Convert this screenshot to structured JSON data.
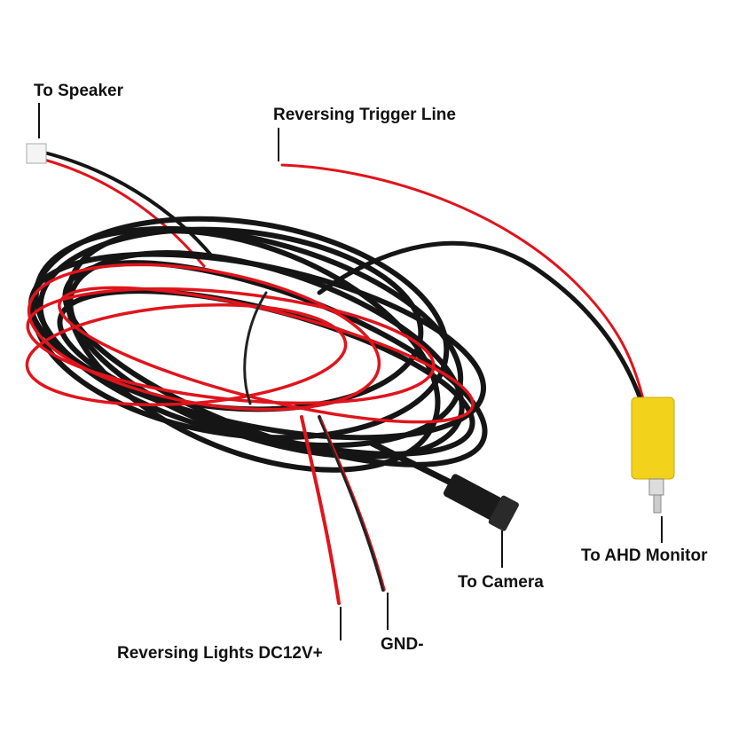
{
  "labels": {
    "speaker": "To Speaker",
    "trigger": "Reversing Trigger Line",
    "monitor": "To AHD Monitor",
    "camera": "To Camera",
    "lights": "Reversing Lights DC12V+",
    "gnd": "GND-"
  },
  "colors": {
    "black_wire": "#151515",
    "red_wire": "#e0141c",
    "rca_yellow": "#f2d21a"
  }
}
